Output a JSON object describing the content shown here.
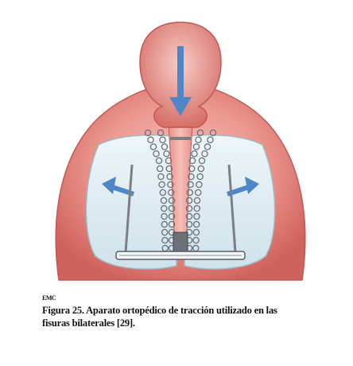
{
  "figure": {
    "logo_text": "EMC",
    "caption_line_1": "Figura 25. Aparato ortopédico de tracción utilizado en las",
    "caption_line_2": "fisuras bilaterales [29]."
  },
  "colors": {
    "gum": "#e98b86",
    "gum_dark": "#c85a57",
    "gum_light": "#f6b8b0",
    "palate": "#dfeef3",
    "palate_edge": "#9fb9c2",
    "arrow_blue": "#4e86c8",
    "metal": "#7a7f86",
    "bar": "#f4f6f8"
  },
  "icons": {
    "traction_arrow": "arrow-down-icon",
    "expansion_arrow_left": "arrow-up-left-icon",
    "expansion_arrow_right": "arrow-up-right-icon"
  }
}
